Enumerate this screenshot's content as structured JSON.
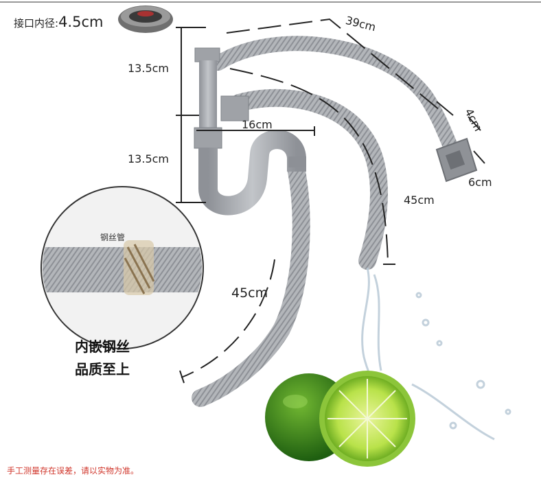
{
  "labels": {
    "inner_diameter_prefix": "接口内径:",
    "inner_diameter_value": "4.5cm",
    "upper_height": "13.5cm",
    "lower_height": "13.5cm",
    "width_16": "16cm",
    "overflow_length": "39cm",
    "overflow_square_small": "4cm",
    "overflow_square_large": "6cm",
    "right_hose_length": "45cm",
    "left_hose_length": "45cm",
    "wire_callout": "钢丝管",
    "feature_line1": "内嵌钢丝",
    "feature_line2": "品质至上",
    "footer_note": "手工测量存在误差，请以实物为准。"
  },
  "colors": {
    "pipe": "#a9acb1",
    "pipe_dark": "#7d8187",
    "lime_dark": "#2f7d1a",
    "lime_light": "#b9e24a",
    "note_red": "#d0362b"
  }
}
